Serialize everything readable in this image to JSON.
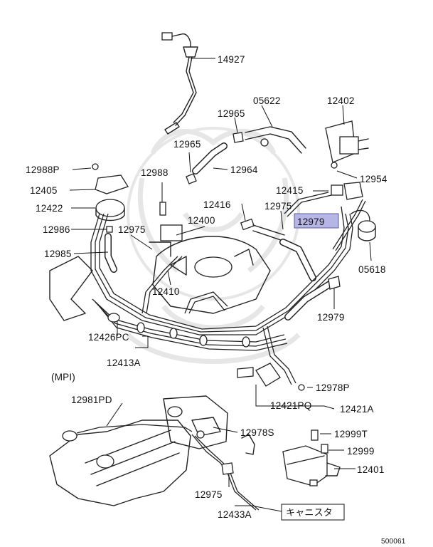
{
  "diagram": {
    "variant_label": "(MPI)",
    "figure_code": "500061",
    "canister_label": "キャニスタ",
    "highlight_color": "#b6b6e6",
    "part_numbers": {
      "p14927": "14927",
      "p05622": "05622",
      "p12402": "12402",
      "p12965a": "12965",
      "p12965b": "12965",
      "p12964": "12964",
      "p12954": "12954",
      "p12988P": "12988P",
      "p12988": "12988",
      "p12405": "12405",
      "p12415": "12415",
      "p12422": "12422",
      "p12416": "12416",
      "p12975a": "12975",
      "p12979a": "12979",
      "p12986": "12986",
      "p12975b": "12975",
      "p12400": "12400",
      "p05618": "05618",
      "p12985": "12985",
      "p12410": "12410",
      "p12979b": "12979",
      "p12426PC": "12426PC",
      "p12413A": "12413A",
      "p12978P": "12978P",
      "p12421PQ": "12421PQ",
      "p12421A": "12421A",
      "p12981PD": "12981PD",
      "p12978S": "12978S",
      "p12999T": "12999T",
      "p12999": "12999",
      "p12401": "12401",
      "p12975c": "12975",
      "p12433A": "12433A"
    }
  }
}
